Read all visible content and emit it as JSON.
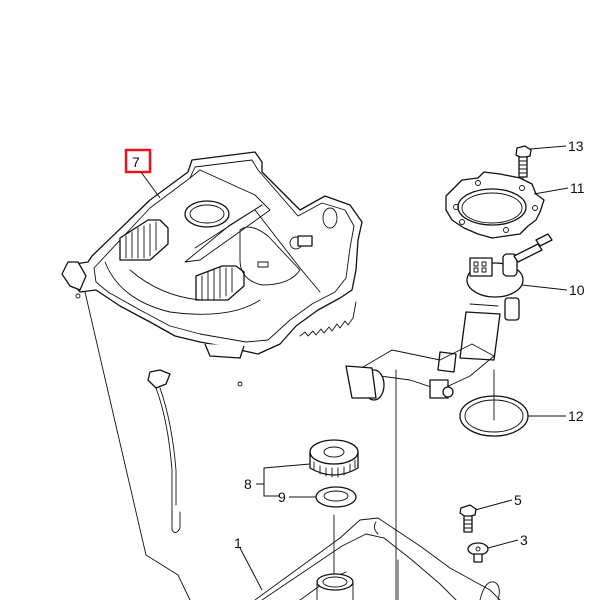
{
  "diagram": {
    "highlight_color": "#e8141c",
    "line_color": "#111111",
    "background": "#ffffff",
    "callouts": [
      {
        "id": "7",
        "part": "fuel-tank-cover",
        "highlighted": true
      },
      {
        "id": "13",
        "part": "bolt"
      },
      {
        "id": "11",
        "part": "retaining-plate"
      },
      {
        "id": "10",
        "part": "fuel-pump-assembly"
      },
      {
        "id": "12",
        "part": "gasket-ring"
      },
      {
        "id": "8",
        "part": "fuel-cap"
      },
      {
        "id": "9",
        "part": "cap-gasket"
      },
      {
        "id": "5",
        "part": "bolt"
      },
      {
        "id": "3",
        "part": "damper-collar"
      },
      {
        "id": "1",
        "part": "fuel-tank"
      }
    ]
  }
}
